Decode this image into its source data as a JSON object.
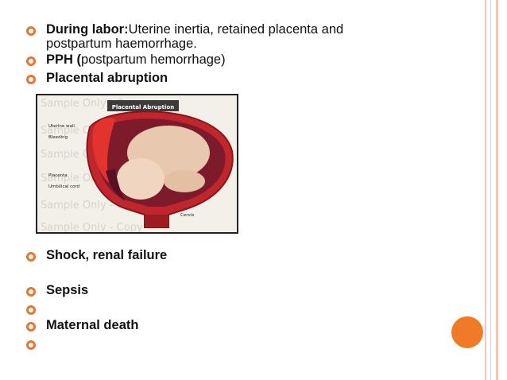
{
  "slide": {
    "accent_color": "#e8762f",
    "items": [
      {
        "bold": "During labor:",
        "text": "Uterine inertia, retained placenta and",
        "text2": "postpartum haemorrhage."
      },
      {
        "bold": "PPH (",
        "text": "postpartum hemorrhage)"
      },
      {
        "bold": "Placental abruption",
        "text": ""
      },
      {
        "bold": "Shock, renal failure",
        "text": ""
      },
      {
        "bold": "Sepsis",
        "text": ""
      },
      {
        "bold": "",
        "text": ""
      },
      {
        "bold": "Maternal death",
        "text": ""
      },
      {
        "bold": "",
        "text": ""
      }
    ]
  },
  "figure": {
    "title": "Placental Abruption",
    "labels": {
      "uterine_wall": "Uterine wall",
      "bleeding": "Bleeding",
      "placenta": "Placenta",
      "umbilical_cord": "Umbilical cord",
      "cervix": "Cervix"
    },
    "watermark": "Sample Only - Copy"
  }
}
